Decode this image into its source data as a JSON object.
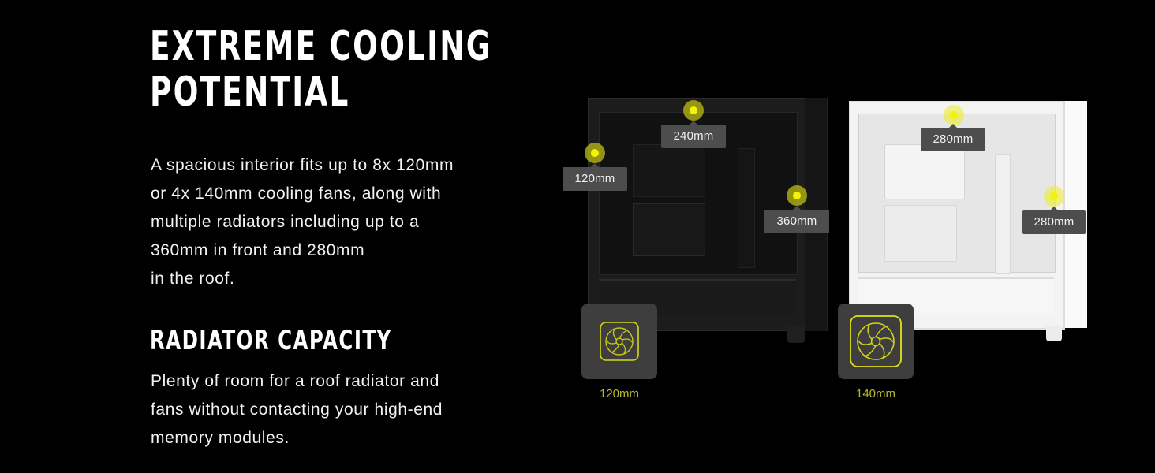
{
  "headline": {
    "line1": "EXTREME COOLING",
    "line2": "POTENTIAL"
  },
  "intro": {
    "lines": [
      "A spacious interior fits up to 8x 120mm",
      "or 4x 140mm cooling fans, along with",
      "multiple radiators including up to a",
      "360mm in front and 280mm",
      "in the roof."
    ]
  },
  "radiator_section": {
    "title": "RADIATOR CAPACITY",
    "lines": [
      "Plenty of room for a roof radiator and",
      "fans without contacting your high-end",
      "memory modules."
    ]
  },
  "black_case": {
    "callouts": [
      {
        "label": "240mm",
        "position": "roof"
      },
      {
        "label": "120mm",
        "position": "rear"
      },
      {
        "label": "360mm",
        "position": "front"
      }
    ],
    "fan_size": {
      "label": "120mm",
      "icon": "fan-icon"
    }
  },
  "white_case": {
    "callouts": [
      {
        "label": "280mm",
        "position": "roof"
      },
      {
        "label": "280mm",
        "position": "front"
      }
    ],
    "fan_size": {
      "label": "140mm",
      "icon": "fan-icon"
    }
  },
  "colors": {
    "background": "#000000",
    "accent_yellow": "#e8e810",
    "callout_bg": "#4d4d4d",
    "fan_caption": "#b9b92a"
  }
}
